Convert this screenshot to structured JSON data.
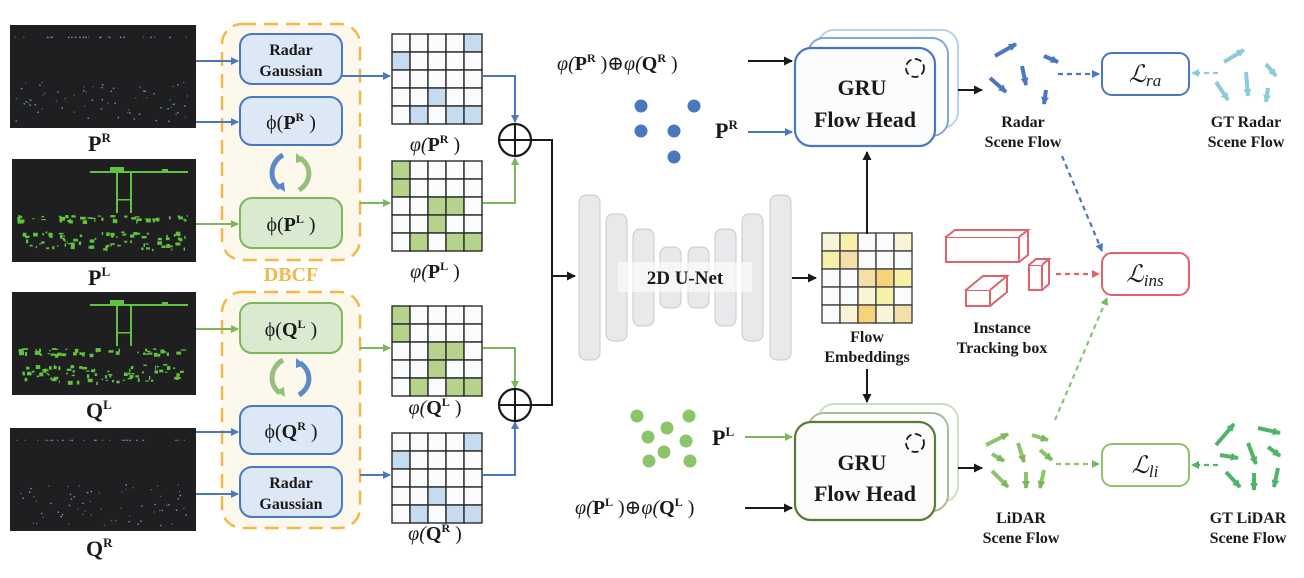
{
  "colors": {
    "radar_blue": "#4a78c0",
    "radar_fill": "#dde8f7",
    "lidar_green": "#7cb85a",
    "lidar_fill": "#d9ead0",
    "lidar_dark": "#5a7a3a",
    "dbcf_orange": "#f2b84b",
    "dbcf_fill": "#fdf8ec",
    "gt_radar": "#8ccbdc",
    "gt_lidar": "#4fb468",
    "ins_red": "#e0636a",
    "unet_fill": "#e8e9eb",
    "unet_stroke": "#c7c9cc",
    "black": "#1a1a1a",
    "cell_blue": "#c6daf0",
    "cell_green": "#b6d38c",
    "emb_light": "#f8f4d8",
    "emb_yellow": "#f6f0a8",
    "emb_tan": "#f5dfa8",
    "emb_orange": "#f8d27a"
  },
  "inputs": [
    {
      "id": "pr",
      "label_base": "P",
      "label_sup": "R",
      "kind": "radar"
    },
    {
      "id": "pl",
      "label_base": "P",
      "label_sup": "L",
      "kind": "lidar"
    },
    {
      "id": "ql",
      "label_base": "Q",
      "label_sup": "L",
      "kind": "lidar"
    },
    {
      "id": "qr",
      "label_base": "Q",
      "label_sup": "R",
      "kind": "radar"
    }
  ],
  "dbcf": {
    "label": "DBCF",
    "top": {
      "radar_gaussian": [
        "Radar",
        "Gaussian"
      ],
      "phi_radar": {
        "fn": "ϕ(",
        "base": "P",
        "sup": "R",
        "close": " )"
      },
      "phi_lidar": {
        "fn": "ϕ(",
        "base": "P",
        "sup": "L",
        "close": " )"
      }
    },
    "bottom": {
      "phi_lidar": {
        "fn": "ϕ(",
        "base": "Q",
        "sup": "L",
        "close": " )"
      },
      "phi_radar": {
        "fn": "ϕ(",
        "base": "Q",
        "sup": "R",
        "close": " )"
      },
      "radar_gaussian": [
        "Radar",
        "Gaussian"
      ]
    }
  },
  "grids": [
    {
      "id": "phi_pr",
      "fn": "φ(",
      "base": "P",
      "sup": "R",
      "close": " )",
      "color": "blue",
      "cells": [
        [
          0,
          0,
          0,
          0,
          1
        ],
        [
          1,
          0,
          0,
          0,
          0
        ],
        [
          0,
          0,
          0,
          0,
          0
        ],
        [
          0,
          0,
          1,
          0,
          0
        ],
        [
          0,
          1,
          0,
          1,
          1
        ]
      ]
    },
    {
      "id": "phi_pl",
      "fn": "φ(",
      "base": "P",
      "sup": "L",
      "close": " )",
      "color": "green",
      "cells": [
        [
          1,
          0,
          0,
          0,
          0
        ],
        [
          1,
          0,
          0,
          0,
          0
        ],
        [
          0,
          0,
          1,
          1,
          0
        ],
        [
          0,
          0,
          1,
          0,
          0
        ],
        [
          0,
          1,
          0,
          1,
          1
        ]
      ]
    },
    {
      "id": "phi_ql",
      "fn": "φ(",
      "base": "Q",
      "sup": "L",
      "close": " )",
      "color": "green",
      "cells": [
        [
          1,
          0,
          0,
          0,
          0
        ],
        [
          1,
          0,
          0,
          0,
          0
        ],
        [
          0,
          0,
          1,
          1,
          0
        ],
        [
          0,
          0,
          1,
          0,
          0
        ],
        [
          0,
          1,
          0,
          1,
          1
        ]
      ]
    },
    {
      "id": "phi_qr",
      "fn": "φ(",
      "base": "Q",
      "sup": "R",
      "close": " )",
      "color": "blue",
      "cells": [
        [
          0,
          0,
          0,
          0,
          1
        ],
        [
          1,
          0,
          0,
          0,
          0
        ],
        [
          0,
          0,
          0,
          0,
          0
        ],
        [
          0,
          0,
          1,
          0,
          0
        ],
        [
          0,
          1,
          0,
          1,
          1
        ]
      ]
    }
  ],
  "unet": {
    "label": "2D U-Net"
  },
  "flow_embeddings": {
    "label": [
      "Flow",
      "Embeddings"
    ],
    "cells": [
      [
        "light",
        "yellow",
        "white",
        "white",
        "light"
      ],
      [
        "yellow",
        "tan",
        "white",
        "white",
        "white"
      ],
      [
        "white",
        "white",
        "tan",
        "orange",
        "yellow"
      ],
      [
        "white",
        "white",
        "light",
        "yellow",
        "white"
      ],
      [
        "white",
        "light",
        "orange",
        "light",
        "tan"
      ]
    ]
  },
  "gru_radar": {
    "title": "GRU",
    "subtitle": "Flow Head",
    "input_concat": {
      "a_fn": "φ(",
      "a_base": "P",
      "a_sup": "R",
      "op": " )⊕",
      "b_fn": "φ(",
      "b_base": "Q",
      "b_sup": "R",
      "close": " )"
    },
    "input_points": {
      "base": "P",
      "sup": "R"
    }
  },
  "gru_lidar": {
    "title": "GRU",
    "subtitle": "Flow Head",
    "input_concat": {
      "a_fn": "φ(",
      "a_base": "P",
      "a_sup": "L",
      "op": " )⊕",
      "b_fn": "φ(",
      "b_base": "Q",
      "b_sup": "L",
      "close": " )"
    },
    "input_points": {
      "base": "P",
      "sup": "L"
    }
  },
  "outputs": {
    "radar_flow": [
      "Radar",
      "Scene Flow"
    ],
    "gt_radar_flow": [
      "GT Radar",
      "Scene Flow"
    ],
    "lidar_flow": [
      "LiDAR",
      "Scene Flow"
    ],
    "gt_lidar_flow": [
      "GT LiDAR",
      "Scene Flow"
    ],
    "instance_box": [
      "Instance",
      "Tracking box"
    ]
  },
  "losses": {
    "ra": {
      "symbol": "ℒ",
      "sub": "ra"
    },
    "ins": {
      "symbol": "ℒ",
      "sub": "ins"
    },
    "li": {
      "symbol": "ℒ",
      "sub": "li"
    }
  }
}
